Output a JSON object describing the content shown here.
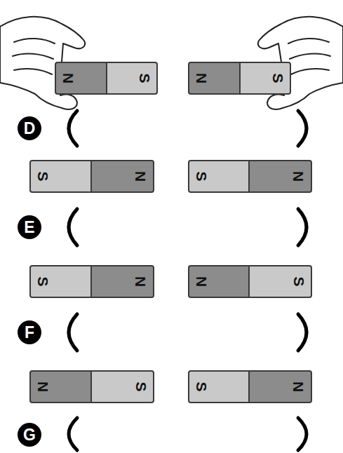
{
  "diagram": {
    "nodes": [
      {
        "text": [
          "N"
        ]
      },
      {
        "text": [
          "S"
        ]
      },
      {
        "text": [
          "N"
        ]
      },
      {
        "text": [
          "S"
        ]
      },
      {
        "text": [
          "D"
        ]
      },
      {
        "text": [
          "S"
        ]
      },
      {
        "text": [
          "N"
        ]
      },
      {
        "text": [
          "S"
        ]
      },
      {
        "text": [
          "N"
        ]
      },
      {
        "text": [
          "E"
        ]
      },
      {
        "text": [
          "S"
        ]
      },
      {
        "text": [
          "N"
        ]
      },
      {
        "text": [
          "N"
        ]
      },
      {
        "text": [
          "S"
        ]
      },
      {
        "text": [
          "F"
        ]
      },
      {
        "text": [
          "N"
        ]
      },
      {
        "text": [
          "S"
        ]
      },
      {
        "text": [
          "S"
        ]
      },
      {
        "text": [
          "N"
        ]
      },
      {
        "text": [
          "G"
        ]
      }
    ]
  }
}
